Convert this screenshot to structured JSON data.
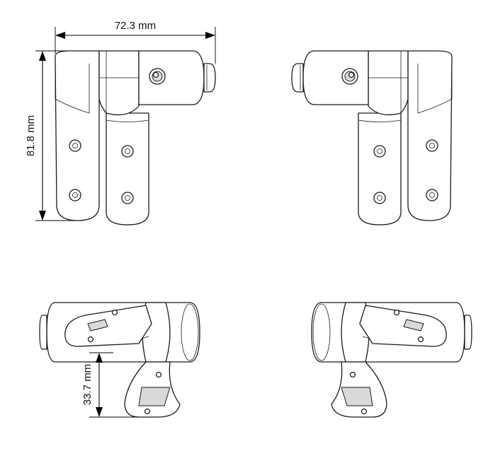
{
  "dimensions": {
    "width_label": "72.3 mm",
    "height_label": "81.8 mm",
    "offset_label": "33.7 mm"
  }
}
